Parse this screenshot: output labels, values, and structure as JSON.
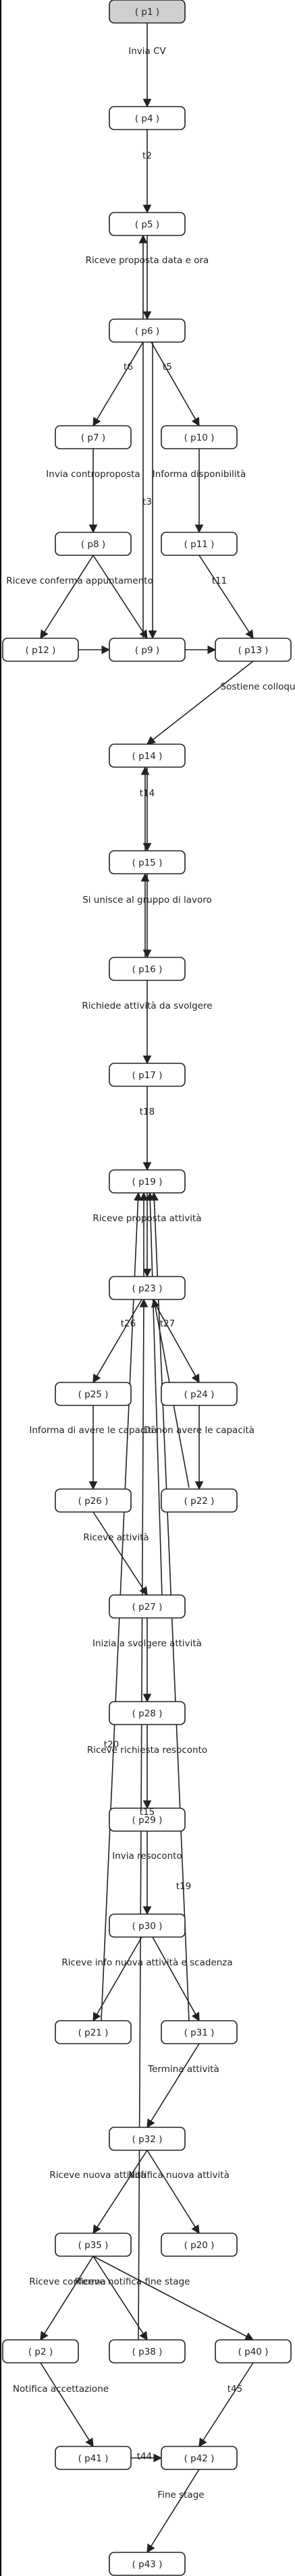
{
  "diagram": {
    "places": [
      {
        "id": "p1",
        "label": "( p1 )",
        "highlight": true
      },
      {
        "id": "p4",
        "label": "( p4 )"
      },
      {
        "id": "p5",
        "label": "( p5 )"
      },
      {
        "id": "p6",
        "label": "( p6 )"
      },
      {
        "id": "p7",
        "label": "( p7 )"
      },
      {
        "id": "p10",
        "label": "( p10 )"
      },
      {
        "id": "p8",
        "label": "( p8 )"
      },
      {
        "id": "p11",
        "label": "( p11 )"
      },
      {
        "id": "p12",
        "label": "( p12 )"
      },
      {
        "id": "p9",
        "label": "( p9 )"
      },
      {
        "id": "p13",
        "label": "( p13 )"
      },
      {
        "id": "p14",
        "label": "( p14 )"
      },
      {
        "id": "p15",
        "label": "( p15 )"
      },
      {
        "id": "p16",
        "label": "( p16 )"
      },
      {
        "id": "p17",
        "label": "( p17 )"
      },
      {
        "id": "p19",
        "label": "( p19 )"
      },
      {
        "id": "p23",
        "label": "( p23 )"
      },
      {
        "id": "p25",
        "label": "( p25 )"
      },
      {
        "id": "p24",
        "label": "( p24 )"
      },
      {
        "id": "p26",
        "label": "( p26 )"
      },
      {
        "id": "p22",
        "label": "( p22 )"
      },
      {
        "id": "p27",
        "label": "( p27 )"
      },
      {
        "id": "p28",
        "label": "( p28 )"
      },
      {
        "id": "p29",
        "label": "( p29 )"
      },
      {
        "id": "p30",
        "label": "( p30 )"
      },
      {
        "id": "p21",
        "label": "( p21 )"
      },
      {
        "id": "p31",
        "label": "( p31 )"
      },
      {
        "id": "p32",
        "label": "( p32 )"
      },
      {
        "id": "p35",
        "label": "( p35 )"
      },
      {
        "id": "p20",
        "label": "( p20 )"
      },
      {
        "id": "p2",
        "label": "( p2 )"
      },
      {
        "id": "p38",
        "label": "( p38 )"
      },
      {
        "id": "p40",
        "label": "( p40 )"
      },
      {
        "id": "p41",
        "label": "( p41 )"
      },
      {
        "id": "p42",
        "label": "( p42 )"
      },
      {
        "id": "p43",
        "label": "( p43 )"
      }
    ],
    "transition_labels": [
      "Invia CV",
      "t2",
      "Riceve proposta data e ora",
      "t6",
      "t5",
      "Invia controproposta",
      "Informa disponibilità",
      "t3",
      "Riceve conferma appuntamento",
      "t11",
      "Sostiene colloquio",
      "t14",
      "Si unisce al gruppo di lavoro",
      "Richiede attività da svolgere",
      "t18",
      "Riceve proposta attività",
      "t26",
      "t27",
      "Informa di avere le capacità",
      "Di non avere le capacità",
      "Riceve attività",
      "Inizia a svolgere attività",
      "Riceve richiesta resoconto",
      "t20",
      "Invia resoconto",
      "t15",
      "t19",
      "Riceve info nuova attività e scadenza",
      "Termina attività",
      "Riceve nuova attività",
      "Notifica nuova attività",
      "Riceve conferma",
      "Riceve notifica fine stage",
      "Notifica accettazione",
      "t45",
      "t44",
      "Fine stage"
    ]
  }
}
